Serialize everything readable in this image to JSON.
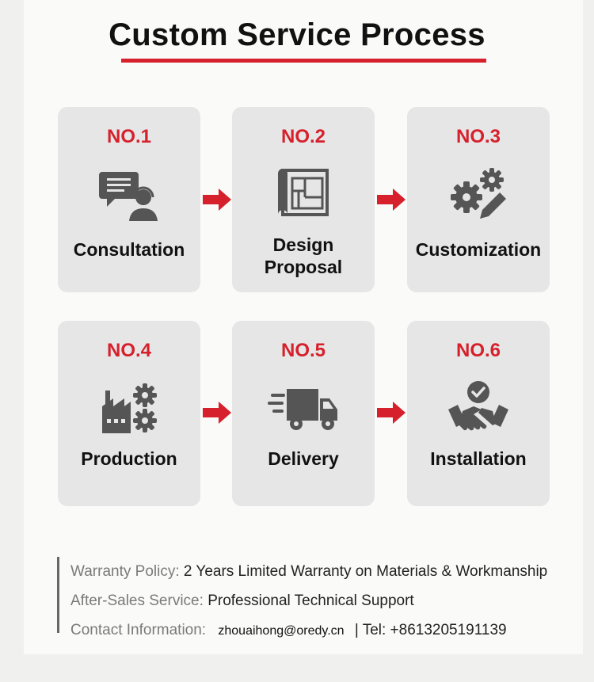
{
  "title": "Custom Service Process",
  "colors": {
    "accent": "#d6202c",
    "card_bg": "#e6e6e6",
    "icon": "#555555"
  },
  "steps": [
    {
      "num": "NO.1",
      "label": "Consultation",
      "icon": "chat-support-icon"
    },
    {
      "num": "NO.2",
      "label_lines": [
        "Design",
        "Proposal"
      ],
      "icon": "blueprint-icon"
    },
    {
      "num": "NO.3",
      "label": "Customization",
      "icon": "gears-pencil-icon"
    },
    {
      "num": "NO.4",
      "label": "Production",
      "icon": "factory-gears-icon"
    },
    {
      "num": "NO.5",
      "label": "Delivery",
      "icon": "delivery-truck-icon"
    },
    {
      "num": "NO.6",
      "label": "Installation",
      "icon": "handshake-check-icon"
    }
  ],
  "info": {
    "warranty_key": "Warranty Policy:",
    "warranty_value": "2 Years Limited Warranty on Materials & Workmanship",
    "aftersales_key": "After-Sales Service:",
    "aftersales_value": "Professional Technical Support",
    "contact_key": "Contact Information:",
    "contact_email": "zhouaihong@oredy.cn",
    "contact_tel": "| Tel: +8613205191139"
  }
}
